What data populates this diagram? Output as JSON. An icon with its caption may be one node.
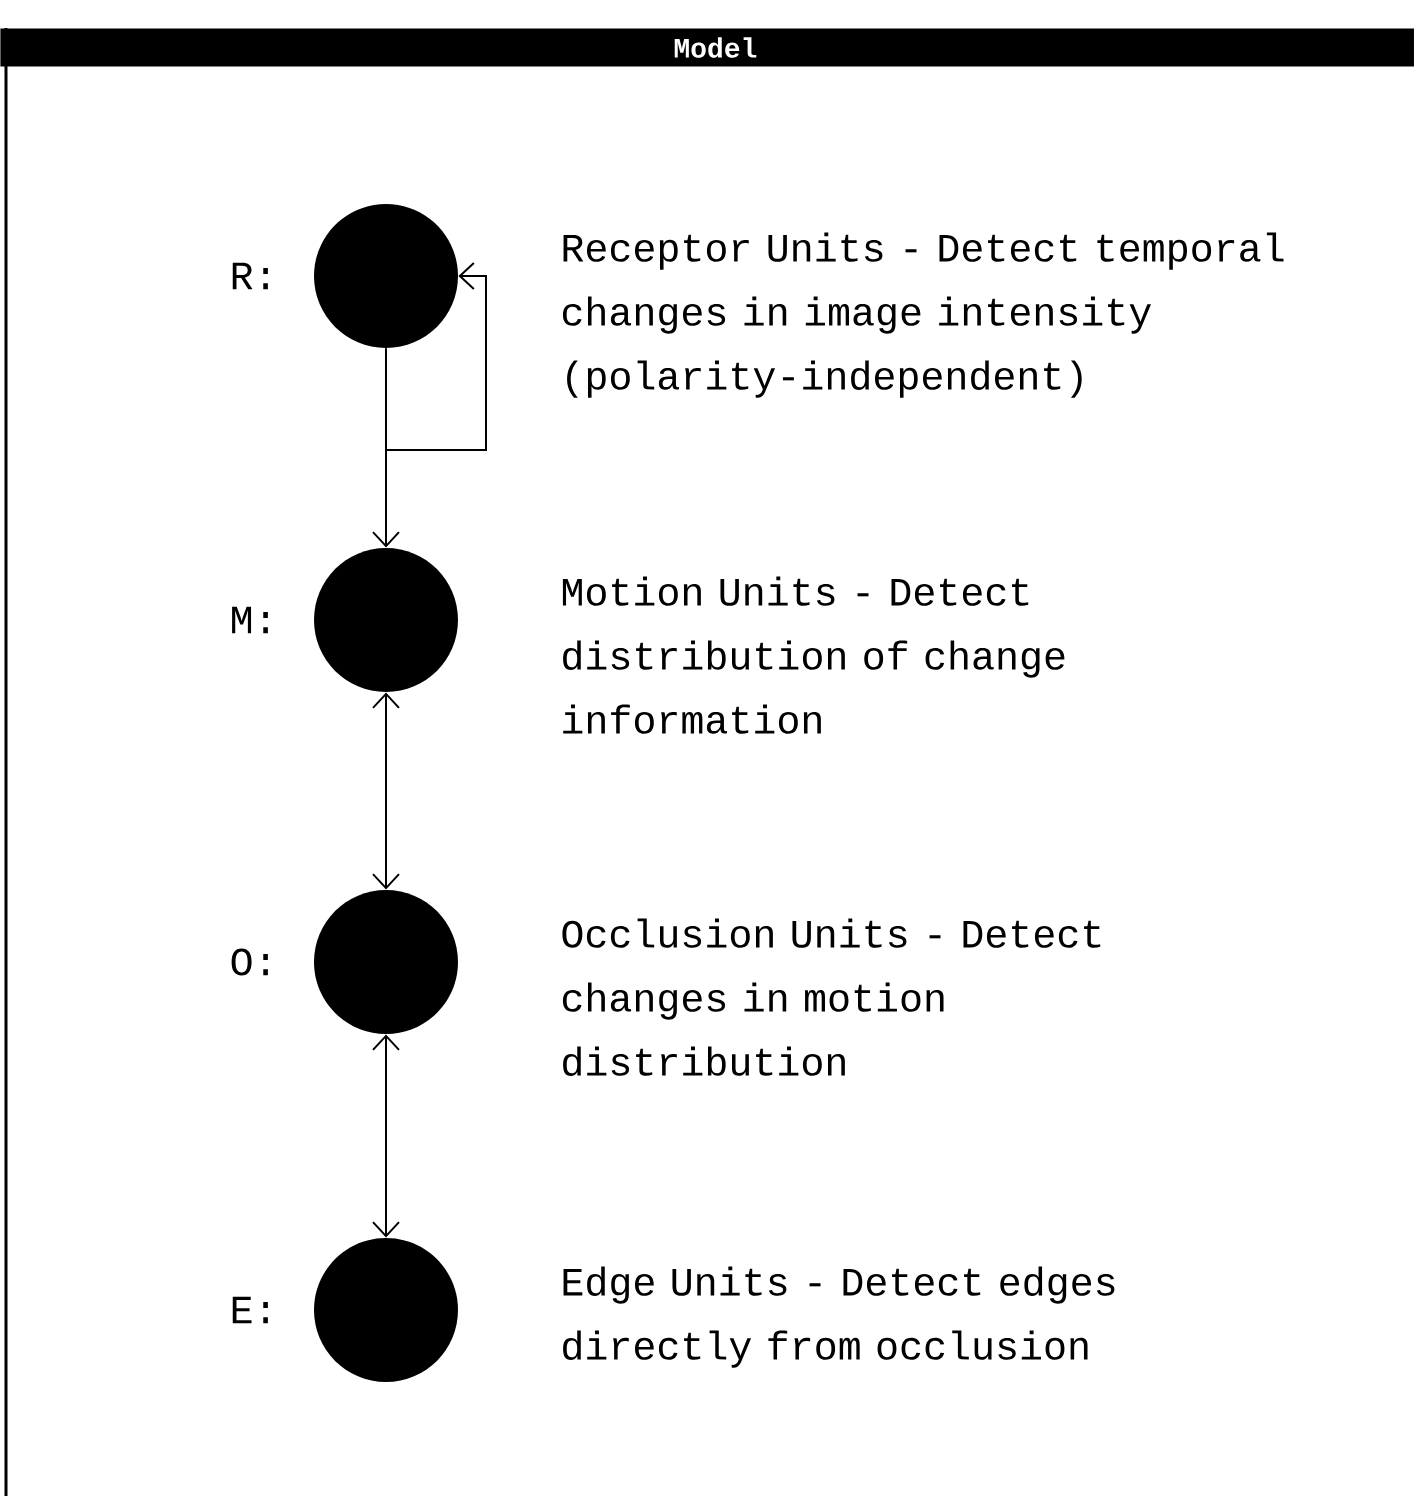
{
  "diagram": {
    "title": "Model",
    "nodes": [
      {
        "text": [],
        "shape": "circle",
        "beside": [
          "R:",
          "Receptor Units - Detect temporal changes in image intensity (polarity-independent)"
        ]
      },
      {
        "text": [],
        "shape": "circle",
        "beside": [
          "M:",
          "Motion Units - Detect distribution of change information"
        ]
      },
      {
        "text": [],
        "shape": "circle",
        "beside": [
          "O:",
          "Occlusion Units - Detect changes in motion distribution"
        ]
      },
      {
        "text": [],
        "shape": "circle",
        "beside": [
          "E:",
          "Edge Units - Detect edges directly from occlusion"
        ]
      }
    ],
    "edges": [
      {
        "from": 0,
        "to": 0,
        "arrow": "to"
      },
      {
        "from": 0,
        "to": 1,
        "arrow": "to"
      },
      {
        "from": 1,
        "to": 2,
        "arrow": "both"
      },
      {
        "from": 2,
        "to": 3,
        "arrow": "both"
      }
    ]
  }
}
